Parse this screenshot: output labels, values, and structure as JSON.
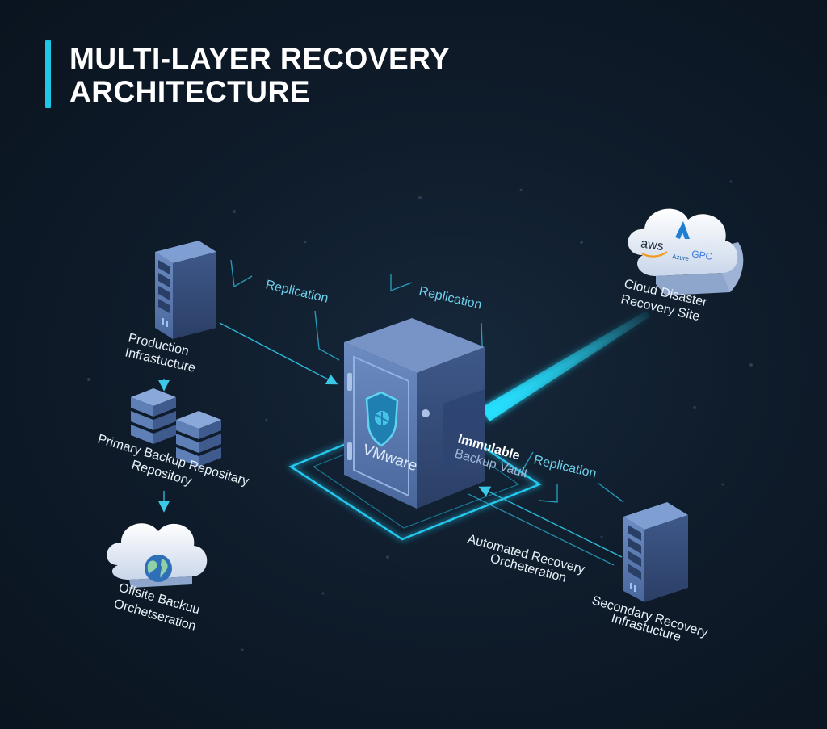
{
  "title": {
    "line1": "MULTI-LAYER RECOVERY",
    "line2": "ARCHITECTURE"
  },
  "nodes": {
    "production": {
      "line1": "Production",
      "line2": "Infrastucture"
    },
    "primary_backup": {
      "line1": "Primary Backup Repositary",
      "line2": "Repository"
    },
    "offsite": {
      "line1": "Offsite Backuu",
      "line2": "Orchetseration"
    },
    "vault": {
      "brand": "VMware",
      "line1": "Immulable",
      "line2": "Backup Vault"
    },
    "cloud_dr": {
      "line1": "Cloud Disaster",
      "line2": "Recovery Site",
      "providers": [
        "aws",
        "Azure",
        "GPC"
      ]
    },
    "secondary": {
      "line1": "Secondary Recovery",
      "line2": "Infrastucture"
    },
    "orchestration": {
      "line1": "Automated Recovery",
      "line2": "Orcheteration"
    }
  },
  "flows": {
    "replication_1": "Replication",
    "replication_2": "Replication",
    "replication_3": "Replication"
  },
  "colors": {
    "accent": "#1fc7e6",
    "background": "#0f1c2b",
    "server_face": "#5c7bb0",
    "label_blue": "#6ed0ea"
  }
}
